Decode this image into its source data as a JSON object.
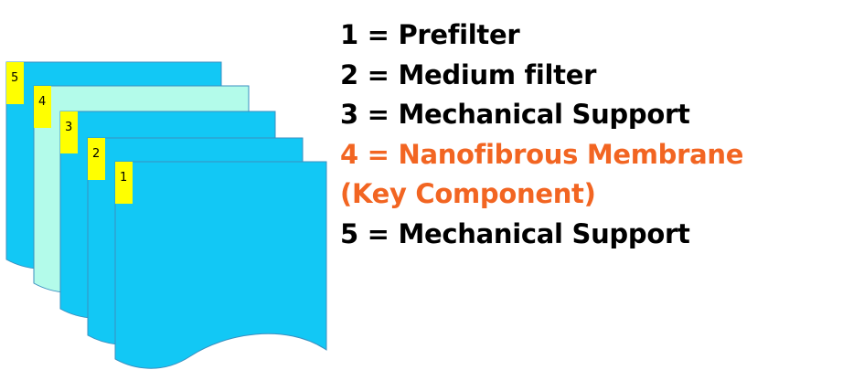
{
  "layers": [
    {
      "label": "5",
      "fill": "#12c8f5"
    },
    {
      "label": "4",
      "fill": "#b3fbea"
    },
    {
      "label": "3",
      "fill": "#12c8f5"
    },
    {
      "label": "2",
      "fill": "#12c8f5"
    },
    {
      "label": "1",
      "fill": "#12c8f5"
    }
  ],
  "label_box_color": "#ffff00",
  "legend": [
    {
      "text": "1 = Prefilter",
      "color": "#000000"
    },
    {
      "text": "2 = Medium filter",
      "color": "#000000"
    },
    {
      "text": "3 = Mechanical Support",
      "color": "#000000"
    },
    {
      "text": "4 = Nanofibrous Membrane",
      "color": "#f26522"
    },
    {
      "text": "(Key Component)",
      "color": "#f26522"
    },
    {
      "text": "5 = Mechanical Support",
      "color": "#000000"
    }
  ]
}
